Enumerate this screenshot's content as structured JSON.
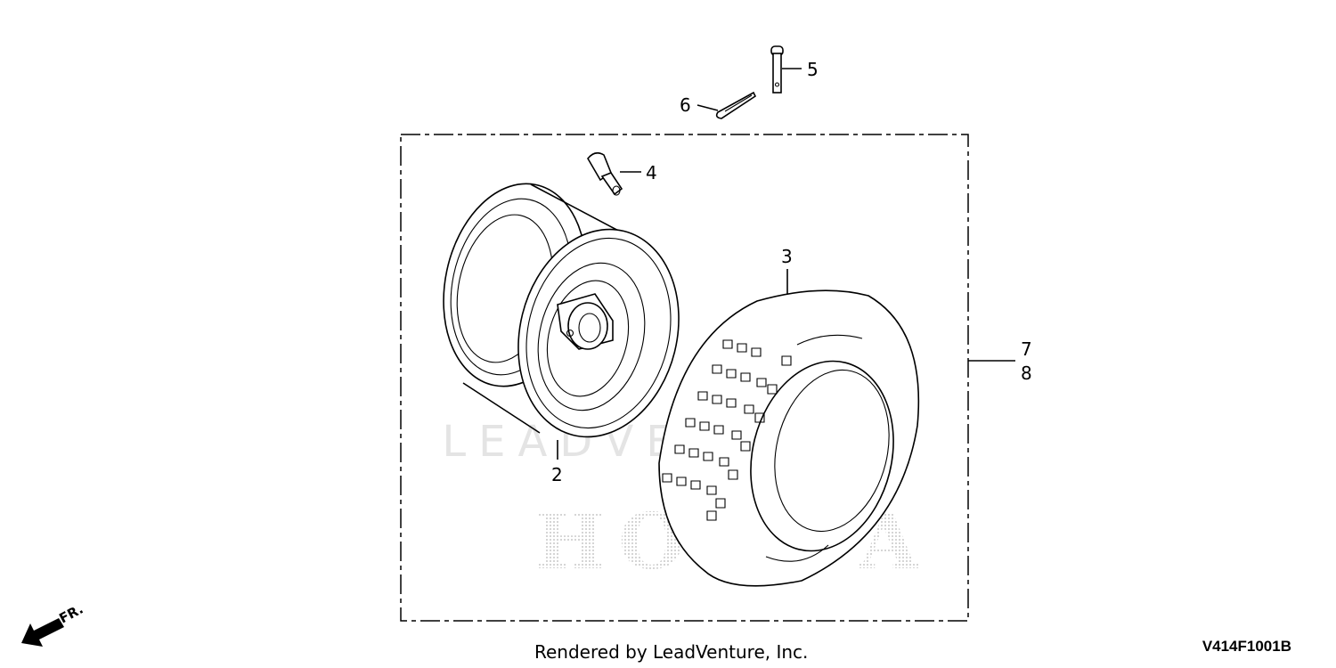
{
  "diagram": {
    "callouts": [
      "2",
      "3",
      "4",
      "5",
      "6",
      "7",
      "8"
    ],
    "watermarks": {
      "lead": "LEADVENTURE",
      "brand": "HONDA"
    },
    "direction_label": "FR.",
    "footer_credit": "Rendered by LeadVenture, Inc.",
    "diagram_code": "V414F1001B",
    "colors": {
      "line": "#000000",
      "background": "#ffffff",
      "watermark": "#dddddd"
    }
  }
}
